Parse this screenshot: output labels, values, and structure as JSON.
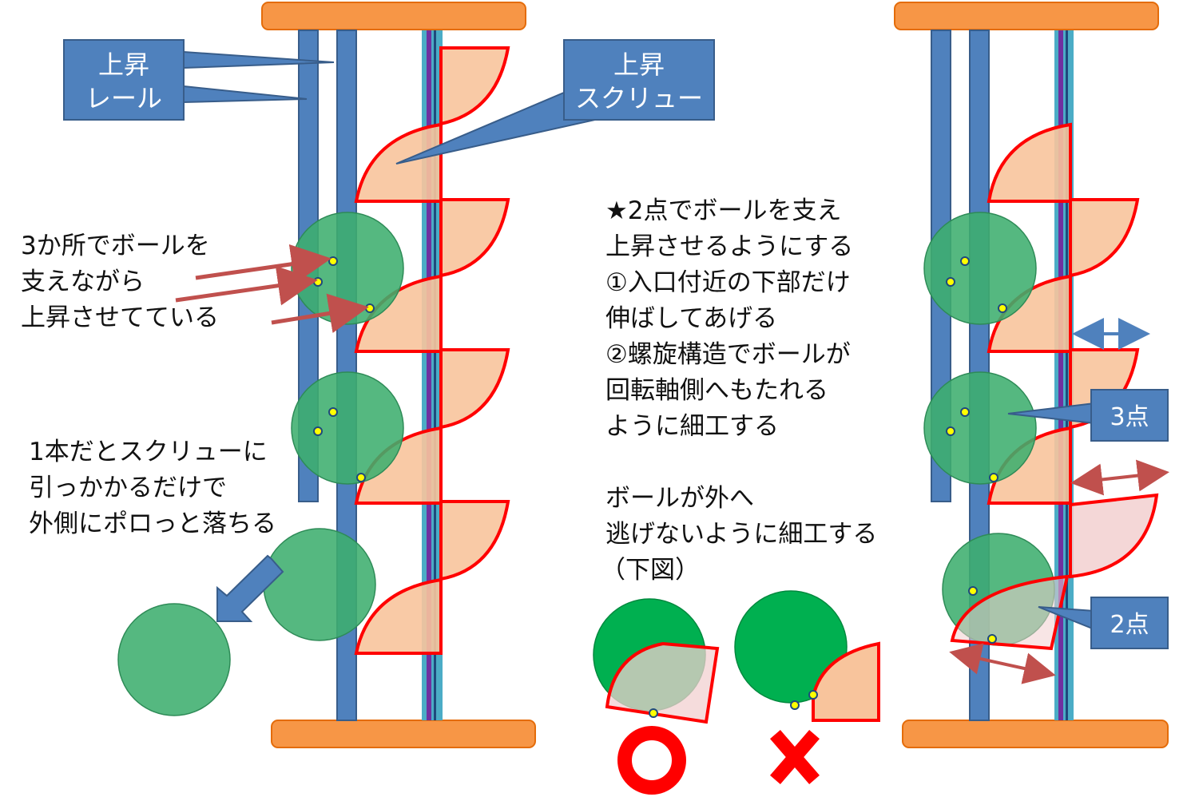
{
  "labels": {
    "rail_line1": "上昇",
    "rail_line2": "レール",
    "screw_line1": "上昇",
    "screw_line2": "スクリュー",
    "three_point": "3点",
    "two_point": "2点"
  },
  "left_notes": {
    "support_lines": [
      "3か所でボールを",
      "支えながら",
      "上昇させてている"
    ],
    "fall_lines": [
      "1本だとスクリューに",
      "引っかかるだけで",
      "外側にポロっと落ちる"
    ]
  },
  "center_notes": {
    "main_lines": [
      "★2点でボールを支え",
      "上昇させるようにする",
      "①入口付近の下部だけ",
      "伸ばしてあげる",
      "②螺旋構造でボールが",
      "回転軸側へもたれる",
      "ように細工する"
    ],
    "sub_lines": [
      "ボールが外へ",
      "逃げないように細工する",
      "（下図）"
    ]
  },
  "colors": {
    "rail": "#4F81BD",
    "rail_edge": "#385D8A",
    "base": "#F79646",
    "screw_fill": "#F8C49C",
    "screw_edge": "#FF0000",
    "ball": "#3DAE6E",
    "ball_solid": "#00B050",
    "arrow_red": "#C0504D",
    "arrow_blue": "#4F81BD",
    "point": "#FFFF00",
    "good_mark": "#FF0000",
    "bad_mark": "#FF0000"
  },
  "icons": {
    "good": "circle-good-icon",
    "bad": "cross-bad-icon"
  }
}
